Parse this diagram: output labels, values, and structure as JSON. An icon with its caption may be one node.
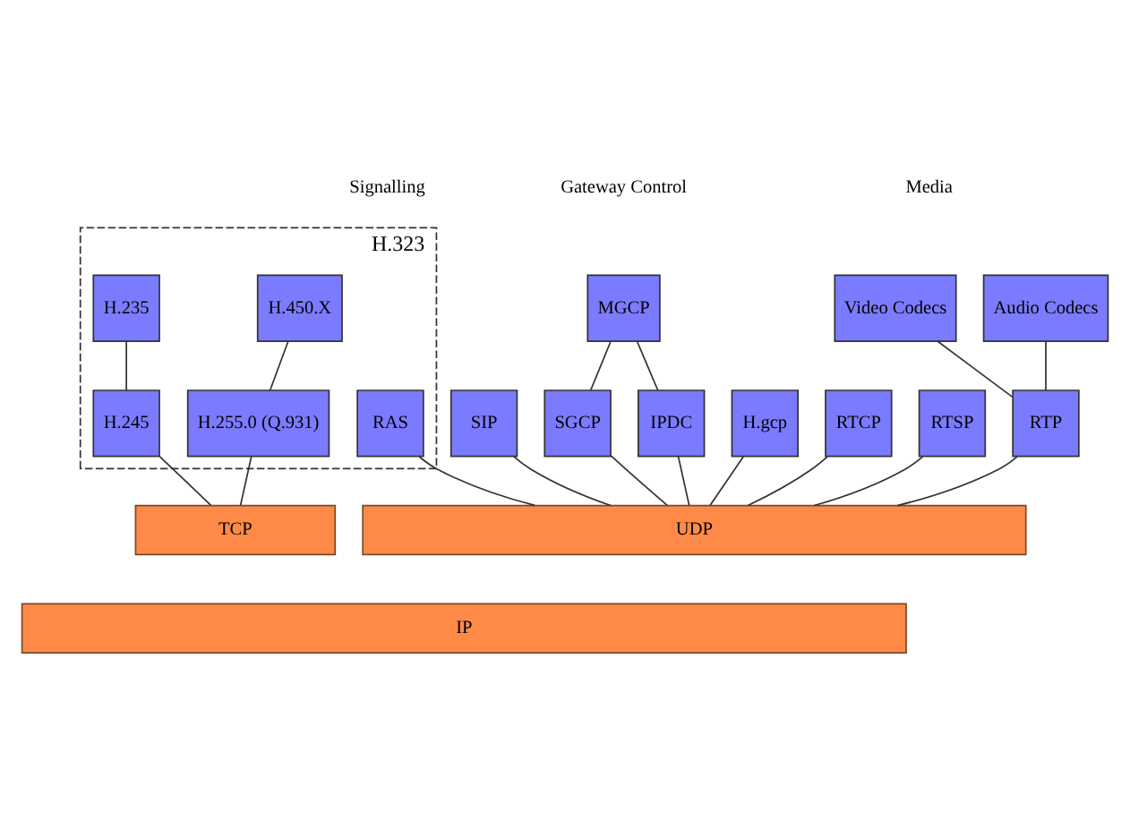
{
  "diagram": {
    "nodes": [
      {
        "text": [
          "H.323"
        ]
      },
      {
        "text": [
          "H.450.X"
        ],
        "in": 0
      },
      {
        "text": [
          "H.235"
        ],
        "in": 0
      },
      {
        "text": [
          "H.255.0 (Q.931)"
        ],
        "in": 0
      },
      {
        "text": [
          "H.245"
        ],
        "in": 0
      },
      {
        "text": [
          "RAS"
        ],
        "in": 0
      },
      {
        "text": [
          "SIP"
        ]
      },
      {
        "text": [
          "MGCP"
        ]
      },
      {
        "text": [
          "SGCP"
        ]
      },
      {
        "text": [
          "IPDC"
        ]
      },
      {
        "text": [
          "H.gcp"
        ]
      },
      {
        "text": [
          "Audio Codecs"
        ]
      },
      {
        "text": [
          "Video Codecs"
        ]
      },
      {
        "text": [
          "RTP"
        ]
      },
      {
        "text": [
          "RTCP"
        ]
      },
      {
        "text": [
          "RTSP"
        ]
      },
      {
        "text": [
          "TCP"
        ]
      },
      {
        "text": [
          "UDP"
        ]
      },
      {
        "text": [
          "IP"
        ]
      }
    ],
    "edges": [
      {
        "from": 1,
        "to": 3,
        "arrow": "none"
      },
      {
        "from": 2,
        "to": 4,
        "arrow": "none"
      },
      {
        "from": 7,
        "to": 8,
        "arrow": "none"
      },
      {
        "from": 7,
        "to": 9,
        "arrow": "none"
      },
      {
        "from": 11,
        "to": 13,
        "arrow": "none"
      },
      {
        "from": 12,
        "to": 13,
        "arrow": "none"
      },
      {
        "from": 3,
        "to": 16,
        "arrow": "none"
      },
      {
        "from": 4,
        "to": 16,
        "arrow": "none"
      },
      {
        "from": 5,
        "to": 17,
        "arrow": "none"
      },
      {
        "from": 6,
        "to": 17,
        "arrow": "none"
      },
      {
        "from": 8,
        "to": 17,
        "arrow": "none"
      },
      {
        "from": 9,
        "to": 17,
        "arrow": "none"
      },
      {
        "from": 10,
        "to": 17,
        "arrow": "none"
      },
      {
        "from": 13,
        "to": 17,
        "arrow": "none"
      },
      {
        "from": 14,
        "to": 17,
        "arrow": "none"
      },
      {
        "from": 15,
        "to": 17,
        "arrow": "none"
      }
    ],
    "labels": [
      "Signalling",
      "Gateway Control",
      "Media"
    ]
  }
}
